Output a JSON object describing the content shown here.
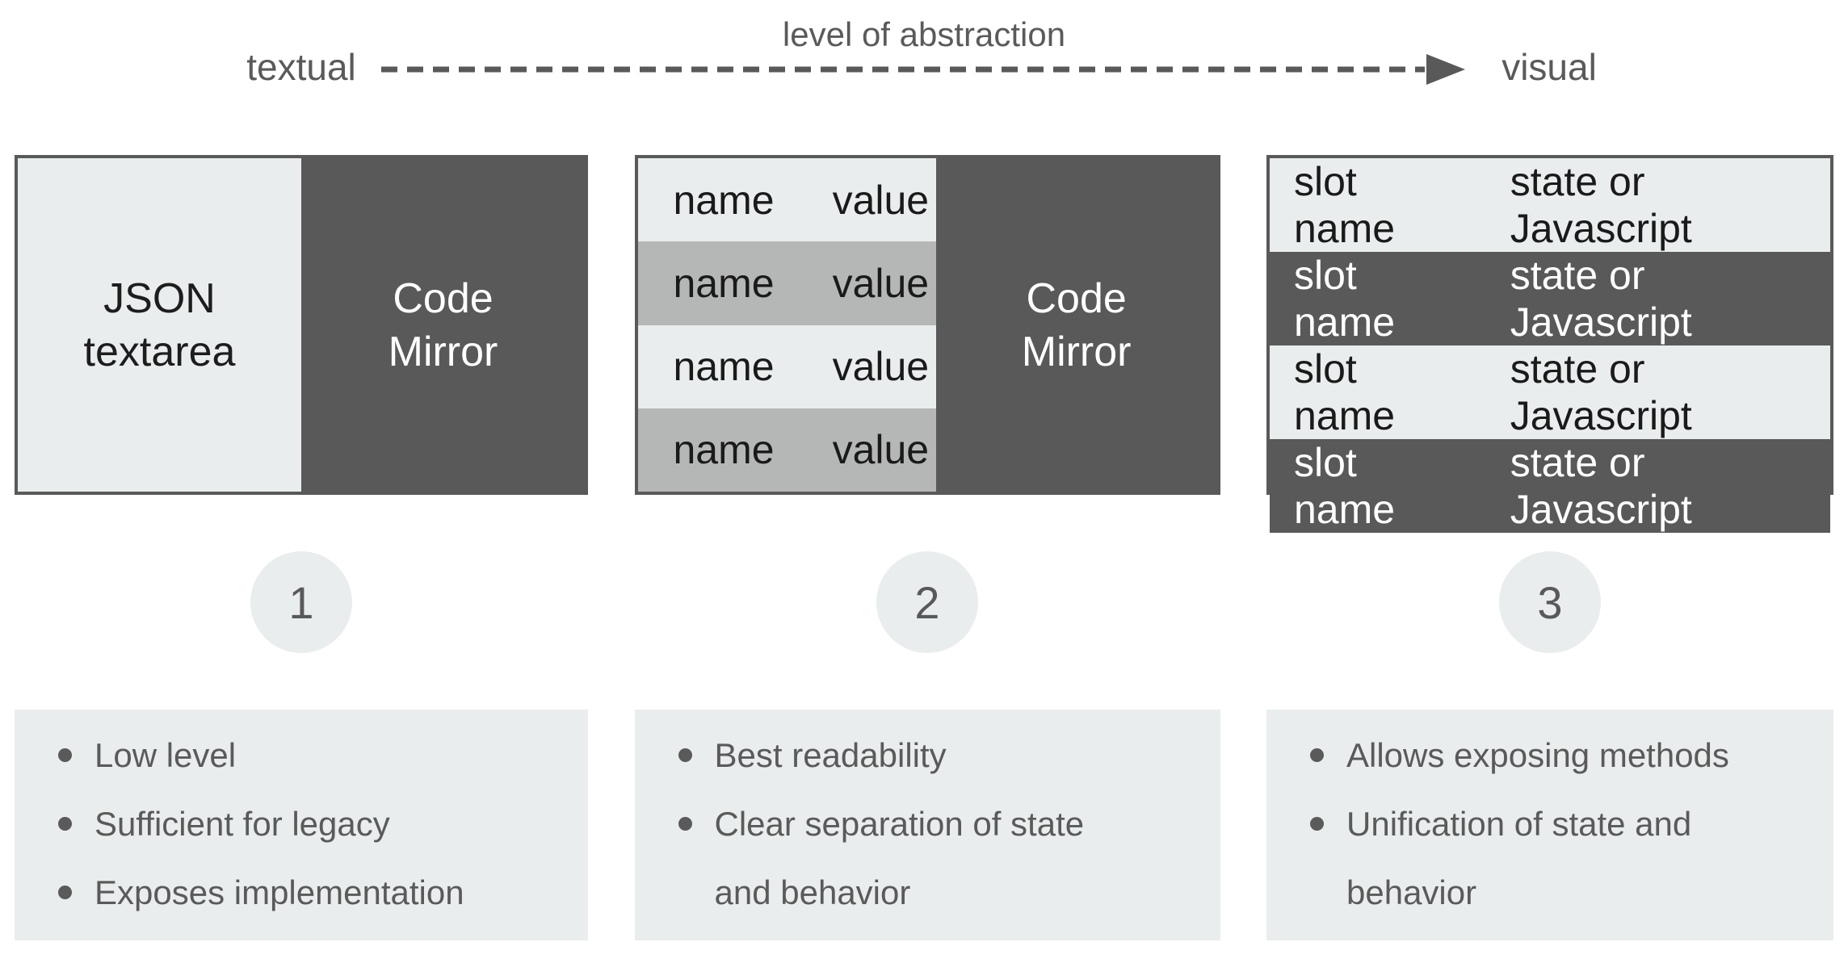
{
  "header": {
    "axis_label": "level of abstraction",
    "left_label": "textual",
    "right_label": "visual"
  },
  "colors": {
    "dark_gray": "#595959",
    "light_gray": "#e9edee",
    "mid_gray": "#b5b7b6",
    "text_dark": "#1a1a1a",
    "text_muted": "#5a5a5a",
    "background": "#ffffff"
  },
  "panels": {
    "left": {
      "light_label": "JSON\ntextarea",
      "dark_label": "Code\nMirror"
    },
    "middle": {
      "rows": [
        {
          "name": "name",
          "value": "value"
        },
        {
          "name": "name",
          "value": "value"
        },
        {
          "name": "name",
          "value": "value"
        },
        {
          "name": "name",
          "value": "value"
        }
      ],
      "dark_label": "Code\nMirror"
    },
    "right": {
      "rows": [
        {
          "name": "slot name",
          "value": "state or Javascript"
        },
        {
          "name": "slot name",
          "value": "state or Javascript"
        },
        {
          "name": "slot name",
          "value": "state or Javascript"
        },
        {
          "name": "slot name",
          "value": "state or Javascript"
        }
      ]
    }
  },
  "steps": [
    {
      "number": "1",
      "items": [
        "Low level",
        "Sufficient for legacy",
        "Exposes implementation"
      ]
    },
    {
      "number": "2",
      "items": [
        "Best readability",
        "Clear separation of state\nand behavior"
      ]
    },
    {
      "number": "3",
      "items": [
        "Allows exposing methods",
        "Unification of state and\nbehavior"
      ]
    }
  ]
}
